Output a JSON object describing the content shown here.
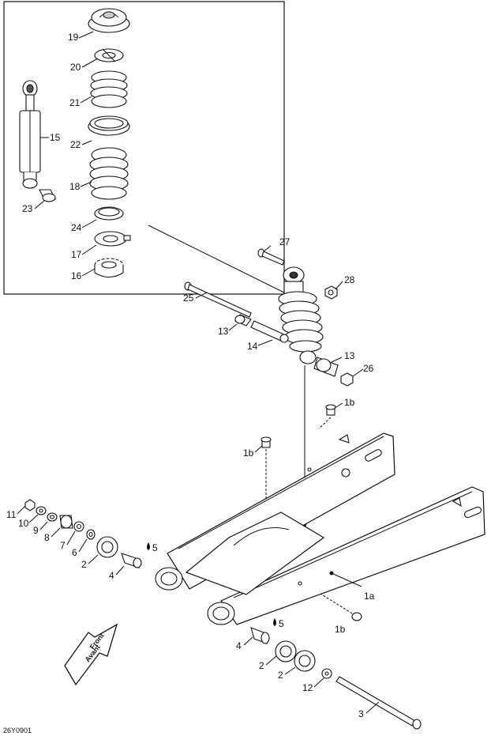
{
  "figure_id": "26Y0901",
  "callouts": {
    "c19": "19",
    "c20": "20",
    "c21": "21",
    "c22": "22",
    "c18": "18",
    "c24": "24",
    "c17": "17",
    "c16": "16",
    "c15": "15",
    "c23": "23",
    "c27": "27",
    "c25": "25",
    "c28": "28",
    "c13a": "13",
    "c14": "14",
    "c13b": "13",
    "c26": "26",
    "c1b_a": "1b",
    "c1b_b": "1b",
    "c11": "11",
    "c10": "10",
    "c9": "9",
    "c8": "8",
    "c7": "7",
    "c6": "6",
    "c2a": "2",
    "c4a": "4",
    "c5a": "5",
    "c1a": "1a",
    "c5b": "5",
    "c1b_c": "1b",
    "c4b": "4",
    "c2b": "2",
    "c2c": "2",
    "c12": "12",
    "c3": "3"
  },
  "front_arrow": {
    "line1": "Front",
    "line2": "Avant"
  },
  "colors": {
    "ink": "#111111",
    "background": "#ffffff"
  }
}
